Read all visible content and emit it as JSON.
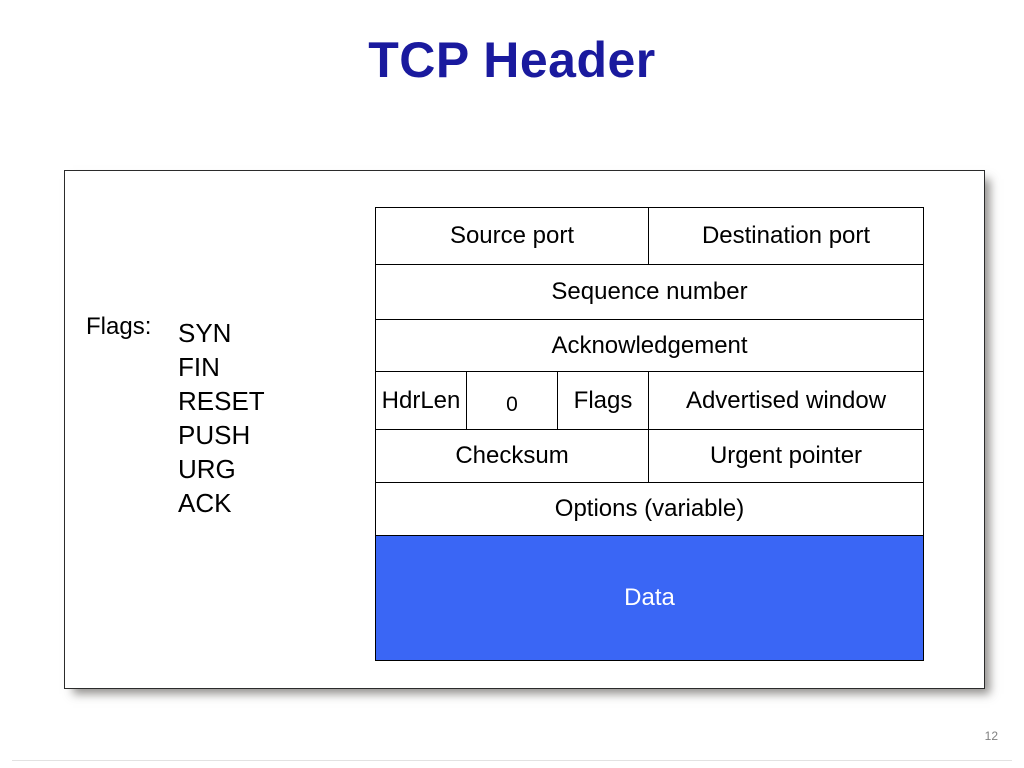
{
  "slide": {
    "title": "TCP Header",
    "title_color": "#1a1a9e",
    "page_number": "12"
  },
  "flags": {
    "label": "Flags:",
    "items": [
      "SYN",
      "FIN",
      "RESET",
      "PUSH",
      "URG",
      "ACK"
    ]
  },
  "header_diagram": {
    "data_block_color": "#3a66f5",
    "rows": [
      {
        "cells": [
          {
            "text": "Source port"
          },
          {
            "text": "Destination port"
          }
        ]
      },
      {
        "cells": [
          {
            "text": "Sequence number"
          }
        ]
      },
      {
        "cells": [
          {
            "text": "Acknowledgement"
          }
        ]
      },
      {
        "cells": [
          {
            "text": "HdrLen"
          },
          {
            "text": "0"
          },
          {
            "text": "Flags"
          },
          {
            "text": "Advertised window"
          }
        ]
      },
      {
        "cells": [
          {
            "text": "Checksum"
          },
          {
            "text": "Urgent pointer"
          }
        ]
      },
      {
        "cells": [
          {
            "text": "Options (variable)"
          }
        ]
      },
      {
        "cells": [
          {
            "text": "Data"
          }
        ]
      }
    ]
  }
}
